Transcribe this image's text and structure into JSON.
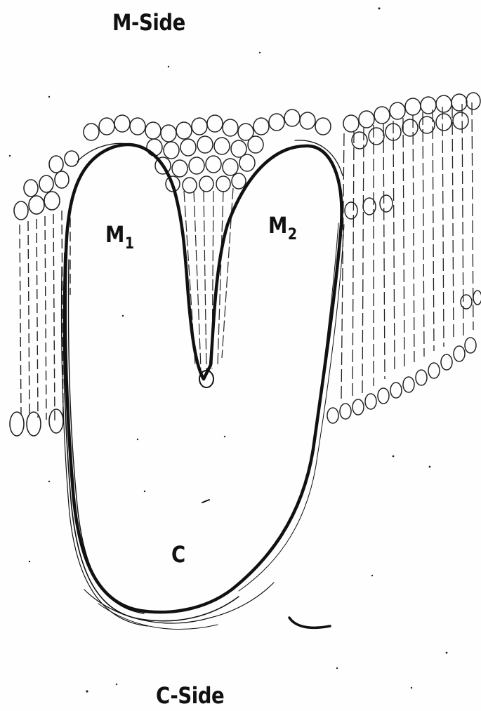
{
  "diagram": {
    "top_label": "M-Side",
    "bottom_label": "C-Side",
    "regions": {
      "m1": {
        "letter": "M",
        "subscript": "1"
      },
      "m2": {
        "letter": "M",
        "subscript": "2"
      },
      "c": {
        "letter": "C"
      }
    }
  },
  "colors": {
    "ink": "#111111",
    "paper": "#fefefe"
  }
}
